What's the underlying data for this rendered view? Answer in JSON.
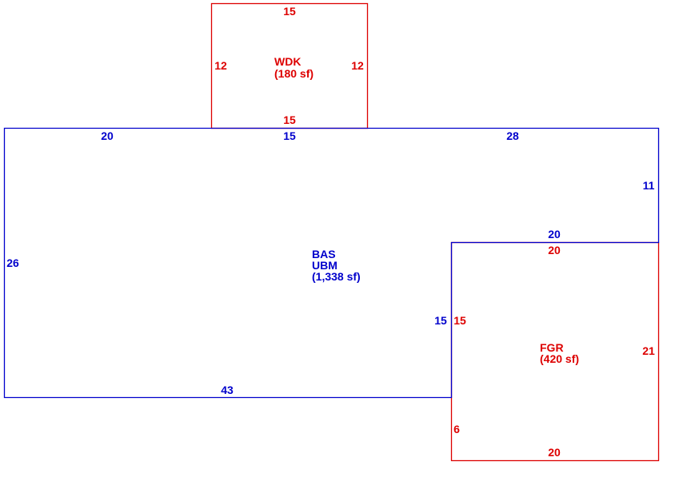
{
  "colors": {
    "bas": "#0000cc",
    "addition": "#dd0000",
    "background": "#ffffff"
  },
  "areas": {
    "wdk": {
      "code": "WDK",
      "area": "(180 sf)",
      "dims": {
        "top": "15",
        "left": "12",
        "right": "12",
        "bottom": "15"
      }
    },
    "bas": {
      "code": "BAS",
      "code2": "UBM",
      "area": "(1,338 sf)",
      "dims": {
        "top_left": "20",
        "top_mid": "15",
        "top_right": "28",
        "right_upper": "11",
        "step_top": "20",
        "left": "26",
        "step_side": "15",
        "bottom": "43"
      }
    },
    "fgr": {
      "code": "FGR",
      "area": "(420 sf)",
      "dims": {
        "top": "20",
        "left_upper": "15",
        "left_lower": "6",
        "right": "21",
        "bottom": "20"
      }
    }
  }
}
